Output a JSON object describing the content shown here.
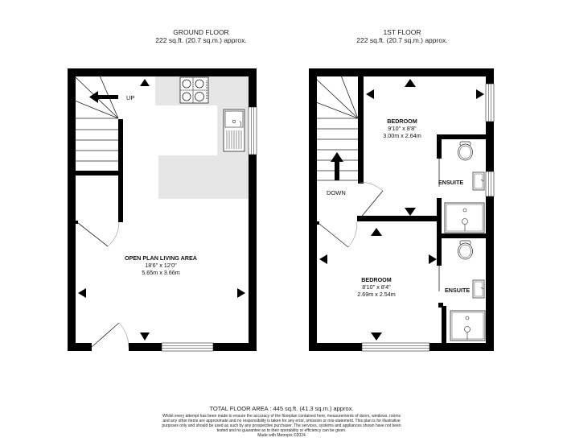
{
  "ground_floor": {
    "title": "GROUND FLOOR",
    "area": "222 sq.ft. (20.7 sq.m.) approx.",
    "stairs_label": "UP",
    "rooms": [
      {
        "name": "OPEN PLAN LIVING AREA",
        "dim_imperial": "18'6\"  x 12'0\"",
        "dim_metric": "5.65m  x 3.66m"
      }
    ]
  },
  "first_floor": {
    "title": "1ST FLOOR",
    "area": "222 sq.ft. (20.7 sq.m.) approx.",
    "stairs_label": "DOWN",
    "rooms": [
      {
        "name": "BEDROOM",
        "dim_imperial": "9'10\"  x 8'8\"",
        "dim_metric": "3.00m  x 2.64m"
      },
      {
        "name": "ENSUITE"
      },
      {
        "name": "BEDROOM",
        "dim_imperial": "8'10\"  x 8'4\"",
        "dim_metric": "2.69m  x 2.54m"
      },
      {
        "name": "ENSUITE"
      }
    ]
  },
  "footer": {
    "total_area": "TOTAL FLOOR AREA : 445 sq.ft. (41.3 sq.m.) approx.",
    "disclaimer": "Whilst every attempt has been made to ensure the accuracy of the floorplan contained here, measurements of doors, windows, rooms and any other items are approximate and no responsibility is taken for any error, omission or mis-statement. This plan is for illustrative purposes only and should be used as such by any prospective purchaser. The services, systems and appliances shown have not been tested and no guarantee as to their operability or efficiency can be given.",
    "credit": "Made with Metropix ©2024"
  },
  "colors": {
    "wall": "#000000",
    "worktop": "#e6e6e6",
    "background": "#ffffff"
  }
}
